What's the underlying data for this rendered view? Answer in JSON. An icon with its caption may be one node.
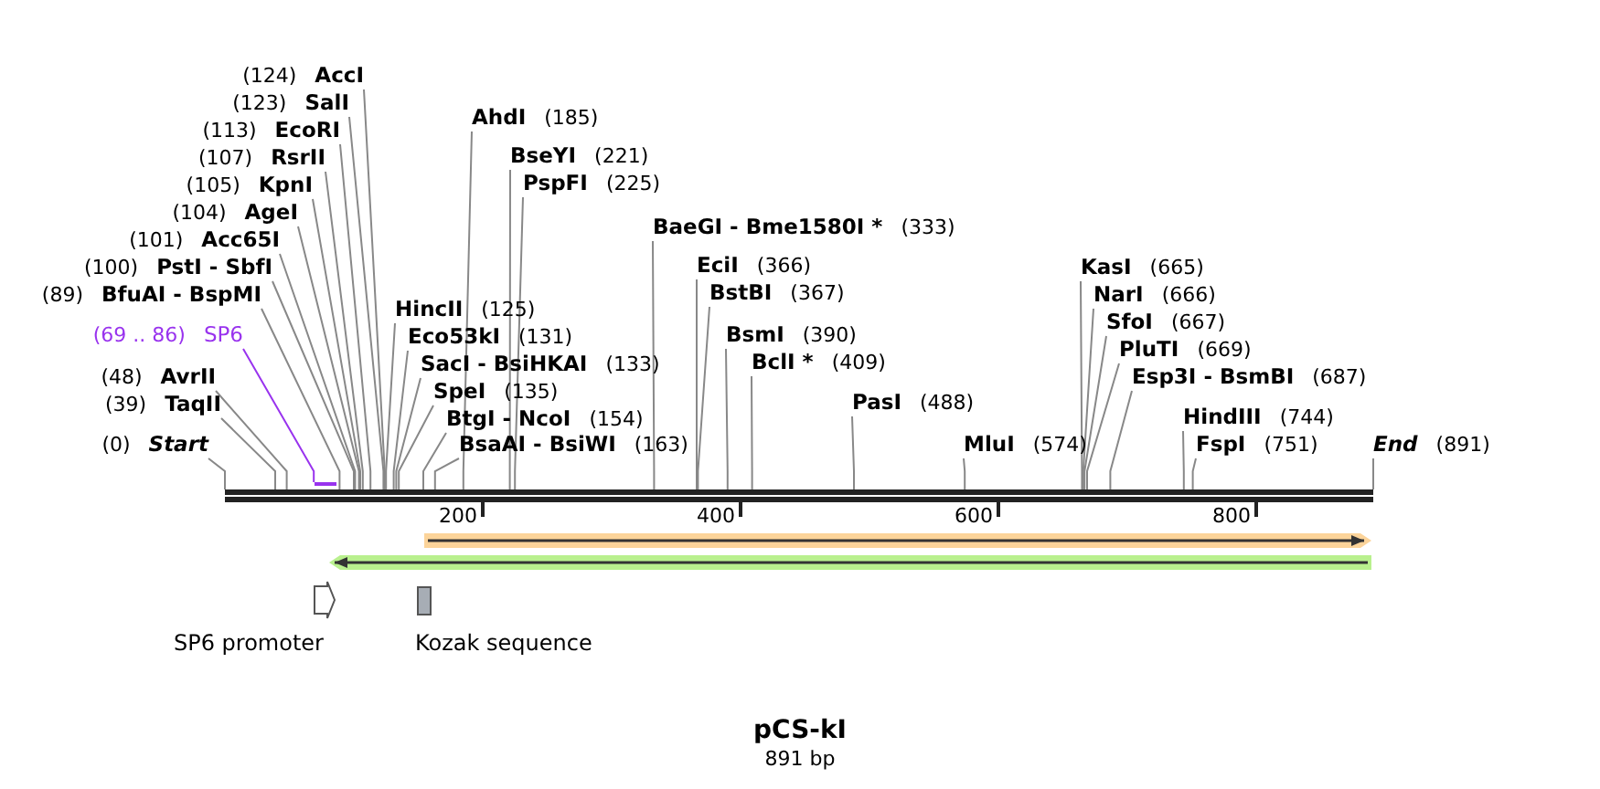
{
  "diagram": {
    "title": "pCS-kI",
    "caption": "891 bp",
    "nodes": [
      {
        "text": [
          "(124)",
          "AccI"
        ]
      },
      {
        "text": [
          "(123)",
          "SalI"
        ]
      },
      {
        "text": [
          "(113)",
          "EcoRI"
        ]
      },
      {
        "text": [
          "(107)",
          "RsrII"
        ]
      },
      {
        "text": [
          "(105)",
          "KpnI"
        ]
      },
      {
        "text": [
          "(104)",
          "AgeI"
        ]
      },
      {
        "text": [
          "(101)",
          "Acc65I"
        ]
      },
      {
        "text": [
          "(100)",
          "PstI - SbfI"
        ]
      },
      {
        "text": [
          "(89)",
          "BfuAI - BspMI"
        ]
      },
      {
        "text": [
          "(69 .. 86)",
          "SP6"
        ]
      },
      {
        "text": [
          "(48)",
          "AvrII"
        ]
      },
      {
        "text": [
          "(39)",
          "TaqII"
        ]
      },
      {
        "text": [
          "(0)",
          "Start"
        ]
      },
      {
        "text": [
          "AhdI",
          "(185)"
        ]
      },
      {
        "text": [
          "BseYI",
          "(221)"
        ]
      },
      {
        "text": [
          "PspFI",
          "(225)"
        ]
      },
      {
        "text": [
          "BaeGI - Bme1580I *",
          "(333)"
        ]
      },
      {
        "text": [
          "HincII",
          "(125)"
        ]
      },
      {
        "text": [
          "EciI",
          "(366)"
        ]
      },
      {
        "text": [
          "BstBI",
          "(367)"
        ]
      },
      {
        "text": [
          "KasI",
          "(665)"
        ]
      },
      {
        "text": [
          "NarI",
          "(666)"
        ]
      },
      {
        "text": [
          "Eco53kI",
          "(131)"
        ]
      },
      {
        "text": [
          "BsmI",
          "(390)"
        ]
      },
      {
        "text": [
          "SfoI",
          "(667)"
        ]
      },
      {
        "text": [
          "PluTI",
          "(669)"
        ]
      },
      {
        "text": [
          "SacI - BsiHKAI",
          "(133)"
        ]
      },
      {
        "text": [
          "BclI *",
          "(409)"
        ]
      },
      {
        "text": [
          "Esp3I - BsmBI",
          "(687)"
        ]
      },
      {
        "text": [
          "SpeI",
          "(135)"
        ]
      },
      {
        "text": [
          "PasI",
          "(488)"
        ]
      },
      {
        "text": [
          "HindIII",
          "(744)"
        ]
      },
      {
        "text": [
          "BtgI - NcoI",
          "(154)"
        ]
      },
      {
        "text": [
          "BsaAI - BsiWI",
          "(163)"
        ]
      },
      {
        "text": [
          "MluI",
          "(574)"
        ]
      },
      {
        "text": [
          "FspI",
          "(751)"
        ]
      },
      {
        "text": [
          "End",
          "(891)"
        ]
      },
      {
        "text": [],
        "shape": "bar"
      },
      {
        "text": [],
        "shape": "bar"
      },
      {
        "text": [
          "SP6 promoter"
        ]
      },
      {
        "text": [
          "Kozak sequence"
        ]
      }
    ],
    "edges": [
      {
        "from": 0,
        "to": 37,
        "arrow": "none"
      },
      {
        "from": 1,
        "to": 37,
        "arrow": "none"
      },
      {
        "from": 2,
        "to": 37,
        "arrow": "none"
      },
      {
        "from": 3,
        "to": 37,
        "arrow": "none"
      },
      {
        "from": 4,
        "to": 37,
        "arrow": "none"
      },
      {
        "from": 5,
        "to": 37,
        "arrow": "none"
      },
      {
        "from": 6,
        "to": 37,
        "arrow": "none"
      },
      {
        "from": 7,
        "to": 37,
        "arrow": "none"
      },
      {
        "from": 8,
        "to": 37,
        "arrow": "none"
      },
      {
        "from": 9,
        "to": 38,
        "arrow": "none",
        "color": "#9933ee"
      },
      {
        "from": 10,
        "to": 37,
        "arrow": "none"
      },
      {
        "from": 11,
        "to": 37,
        "arrow": "none"
      },
      {
        "from": 12,
        "to": 37,
        "arrow": "none"
      },
      {
        "from": 13,
        "to": 37,
        "arrow": "none"
      },
      {
        "from": 14,
        "to": 37,
        "arrow": "none"
      },
      {
        "from": 15,
        "to": 37,
        "arrow": "none"
      },
      {
        "from": 16,
        "to": 37,
        "arrow": "none"
      },
      {
        "from": 17,
        "to": 37,
        "arrow": "none"
      },
      {
        "from": 18,
        "to": 37,
        "arrow": "none"
      },
      {
        "from": 19,
        "to": 37,
        "arrow": "none"
      },
      {
        "from": 20,
        "to": 37,
        "arrow": "none"
      },
      {
        "from": 21,
        "to": 37,
        "arrow": "none"
      },
      {
        "from": 22,
        "to": 37,
        "arrow": "none"
      },
      {
        "from": 23,
        "to": 37,
        "arrow": "none"
      },
      {
        "from": 24,
        "to": 37,
        "arrow": "none"
      },
      {
        "from": 25,
        "to": 37,
        "arrow": "none"
      },
      {
        "from": 26,
        "to": 37,
        "arrow": "none"
      },
      {
        "from": 27,
        "to": 37,
        "arrow": "none"
      },
      {
        "from": 28,
        "to": 37,
        "arrow": "none"
      },
      {
        "from": 29,
        "to": 37,
        "arrow": "none"
      },
      {
        "from": 30,
        "to": 37,
        "arrow": "none"
      },
      {
        "from": 31,
        "to": 37,
        "arrow": "none"
      },
      {
        "from": 32,
        "to": 37,
        "arrow": "none"
      },
      {
        "from": 33,
        "to": 37,
        "arrow": "none"
      },
      {
        "from": 34,
        "to": 37,
        "arrow": "none"
      },
      {
        "from": 35,
        "to": 37,
        "arrow": "none"
      },
      {
        "from": 36,
        "to": 37,
        "arrow": "none"
      }
    ],
    "labels": [
      "200",
      "400",
      "600",
      "800"
    ]
  }
}
